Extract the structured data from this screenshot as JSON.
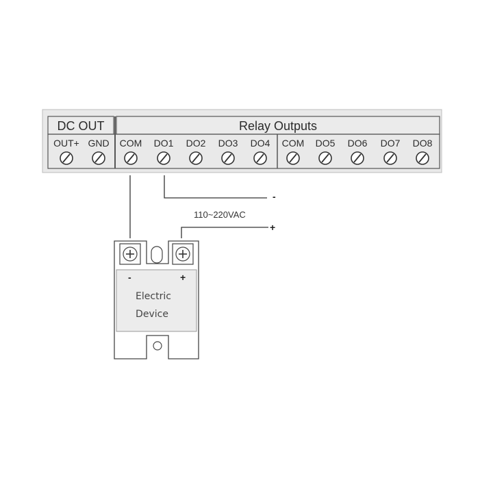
{
  "terminal_block": {
    "dc_out_header": "DC OUT",
    "relay_header": "Relay Outputs",
    "terminals": [
      "OUT+",
      "GND",
      "COM",
      "DO1",
      "DO2",
      "DO3",
      "DO4",
      "COM",
      "DO5",
      "DO6",
      "DO7",
      "DO8"
    ]
  },
  "wiring": {
    "voltage_label": "110~220VAC",
    "minus_label": "-",
    "plus_label": "+"
  },
  "device": {
    "name_line1": "Electric",
    "name_line2": "Device",
    "minus_label": "-",
    "plus_label": "+"
  }
}
